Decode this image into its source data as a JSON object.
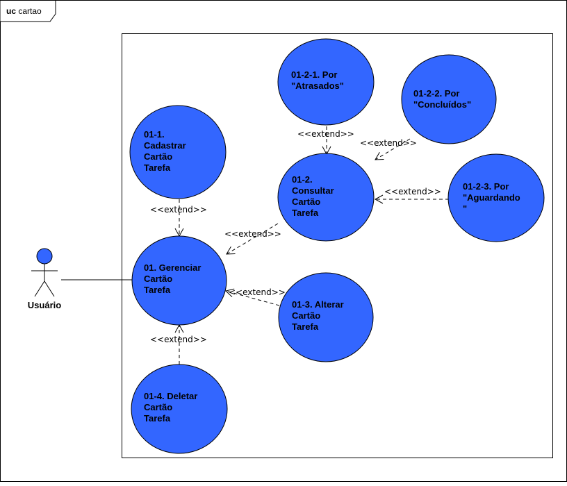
{
  "frame": {
    "keyword": "uc",
    "name": "cartao"
  },
  "actor": {
    "name": "Usuário"
  },
  "use_cases": {
    "uc_01_1": [
      "01-1.",
      "Cadastrar",
      "Cartão",
      "Tarefa"
    ],
    "uc_01": [
      "01. Gerenciar",
      "Cartão",
      "Tarefa"
    ],
    "uc_01_4": [
      "01-4. Deletar",
      "Cartão",
      "Tarefa"
    ],
    "uc_01_2_1": [
      "01-2-1. Por",
      "\"Atrasados\""
    ],
    "uc_01_2_2": [
      "01-2-2. Por",
      "\"Concluídos\""
    ],
    "uc_01_2": [
      "01-2.",
      "Consultar",
      "Cartão",
      "Tarefa"
    ],
    "uc_01_2_3": [
      "01-2-3. Por",
      "\"Aguardando",
      "\""
    ],
    "uc_01_3": [
      "01-3. Alterar",
      "Cartão",
      "Tarefa"
    ]
  },
  "relations": {
    "extend_label": "<<extend>>"
  },
  "colors": {
    "use_case_fill": "#3366ff",
    "use_case_stroke": "#000000",
    "actor_fill": "#3366ff"
  }
}
